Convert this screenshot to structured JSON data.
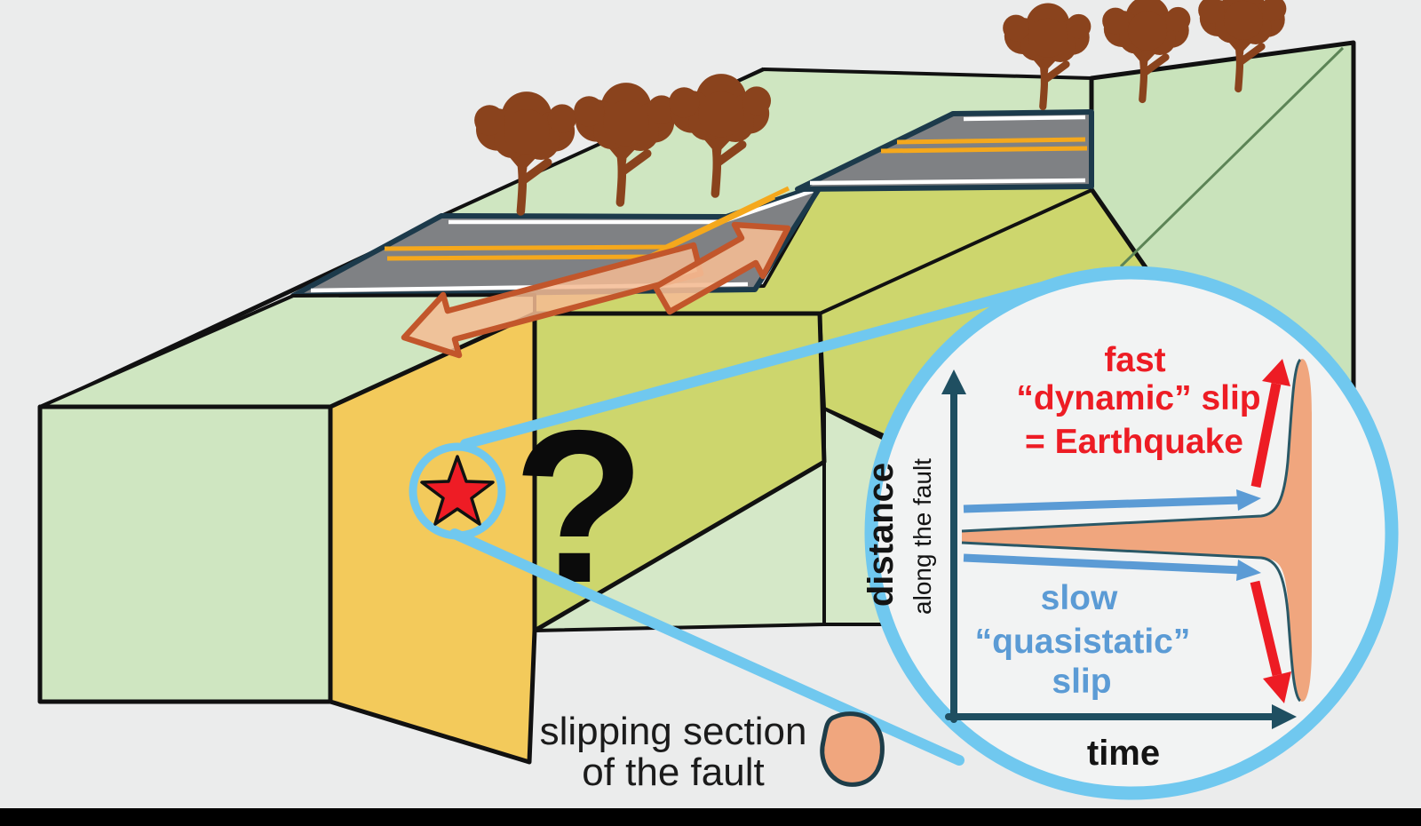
{
  "diagram": {
    "type": "earthquake-fault-block-diagram",
    "fault_face": {
      "question_mark": "?"
    },
    "caption": {
      "line1": "slipping section",
      "line2": "of the fault"
    },
    "inset": {
      "y_axis_label": "distance",
      "y_axis_sublabel": "along the fault",
      "x_axis_label": "time",
      "fast_label": [
        "fast",
        "“dynamic” slip",
        "= Earthquake"
      ],
      "slow_label": [
        "slow",
        "“quasistatic”",
        "slip"
      ]
    },
    "colors": {
      "background": "#ebecec",
      "block_green": "#cfe6c1",
      "block_green_light": "#d5e8c8",
      "block_olive": "#cdd66d",
      "fault_yellow": "#f3ca5b",
      "road_gray": "#7f8184",
      "road_border_navy": "#1c3a4b",
      "road_line_white": "#ffffff",
      "road_line_yellow": "#f5a81c",
      "tree_brown": "#8a431d",
      "arrow_orange_stroke": "#c2562b",
      "arrow_orange_fill": "#f4bb93",
      "star_red": "#ee1c25",
      "callout_blue": "#70c8ef",
      "inset_background": "#f2f3f3",
      "axis_teal": "#1f4f61",
      "slow_blue": "#5b9bd5",
      "fast_red": "#ed1c24",
      "slip_patch_orange": "#f0a67e",
      "slip_outline_teal": "#2a5866",
      "bottom_bar_black": "#000000"
    }
  }
}
